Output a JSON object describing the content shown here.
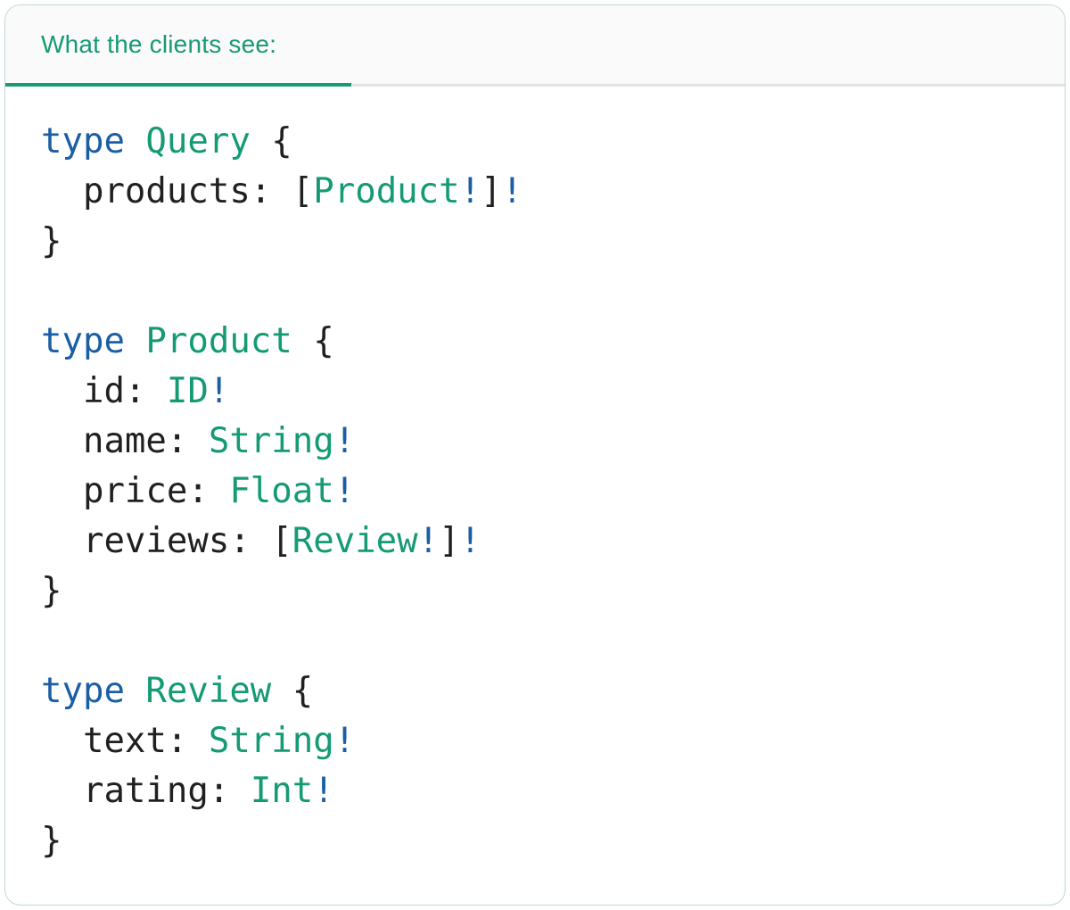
{
  "panel": {
    "title": "What the clients see:",
    "accent_color": "#169a74",
    "header_bg": "#fafafa",
    "divider_color": "#e3e3e3",
    "border_color": "#bfd8c8"
  },
  "code": {
    "language": "graphql-sdl",
    "palette": {
      "keyword": "#1a5fa4",
      "type": "#149a74",
      "bang": "#1a5fa4",
      "plain": "#202020"
    },
    "lines": [
      [
        {
          "t": "type",
          "c": "keyword"
        },
        {
          "t": " ",
          "c": "plain"
        },
        {
          "t": "Query",
          "c": "type"
        },
        {
          "t": " {",
          "c": "plain"
        }
      ],
      [
        {
          "t": "  products: [",
          "c": "plain"
        },
        {
          "t": "Product",
          "c": "type"
        },
        {
          "t": "!",
          "c": "bang"
        },
        {
          "t": "]",
          "c": "plain"
        },
        {
          "t": "!",
          "c": "bang"
        }
      ],
      [
        {
          "t": "}",
          "c": "plain"
        }
      ],
      [],
      [
        {
          "t": "type",
          "c": "keyword"
        },
        {
          "t": " ",
          "c": "plain"
        },
        {
          "t": "Product",
          "c": "type"
        },
        {
          "t": " {",
          "c": "plain"
        }
      ],
      [
        {
          "t": "  id: ",
          "c": "plain"
        },
        {
          "t": "ID",
          "c": "type"
        },
        {
          "t": "!",
          "c": "bang"
        }
      ],
      [
        {
          "t": "  name: ",
          "c": "plain"
        },
        {
          "t": "String",
          "c": "type"
        },
        {
          "t": "!",
          "c": "bang"
        }
      ],
      [
        {
          "t": "  price: ",
          "c": "plain"
        },
        {
          "t": "Float",
          "c": "type"
        },
        {
          "t": "!",
          "c": "bang"
        }
      ],
      [
        {
          "t": "  reviews: [",
          "c": "plain"
        },
        {
          "t": "Review",
          "c": "type"
        },
        {
          "t": "!",
          "c": "bang"
        },
        {
          "t": "]",
          "c": "plain"
        },
        {
          "t": "!",
          "c": "bang"
        }
      ],
      [
        {
          "t": "}",
          "c": "plain"
        }
      ],
      [],
      [
        {
          "t": "type",
          "c": "keyword"
        },
        {
          "t": " ",
          "c": "plain"
        },
        {
          "t": "Review",
          "c": "type"
        },
        {
          "t": " {",
          "c": "plain"
        }
      ],
      [
        {
          "t": "  text: ",
          "c": "plain"
        },
        {
          "t": "String",
          "c": "type"
        },
        {
          "t": "!",
          "c": "bang"
        }
      ],
      [
        {
          "t": "  rating: ",
          "c": "plain"
        },
        {
          "t": "Int",
          "c": "type"
        },
        {
          "t": "!",
          "c": "bang"
        }
      ],
      [
        {
          "t": "}",
          "c": "plain"
        }
      ]
    ]
  }
}
